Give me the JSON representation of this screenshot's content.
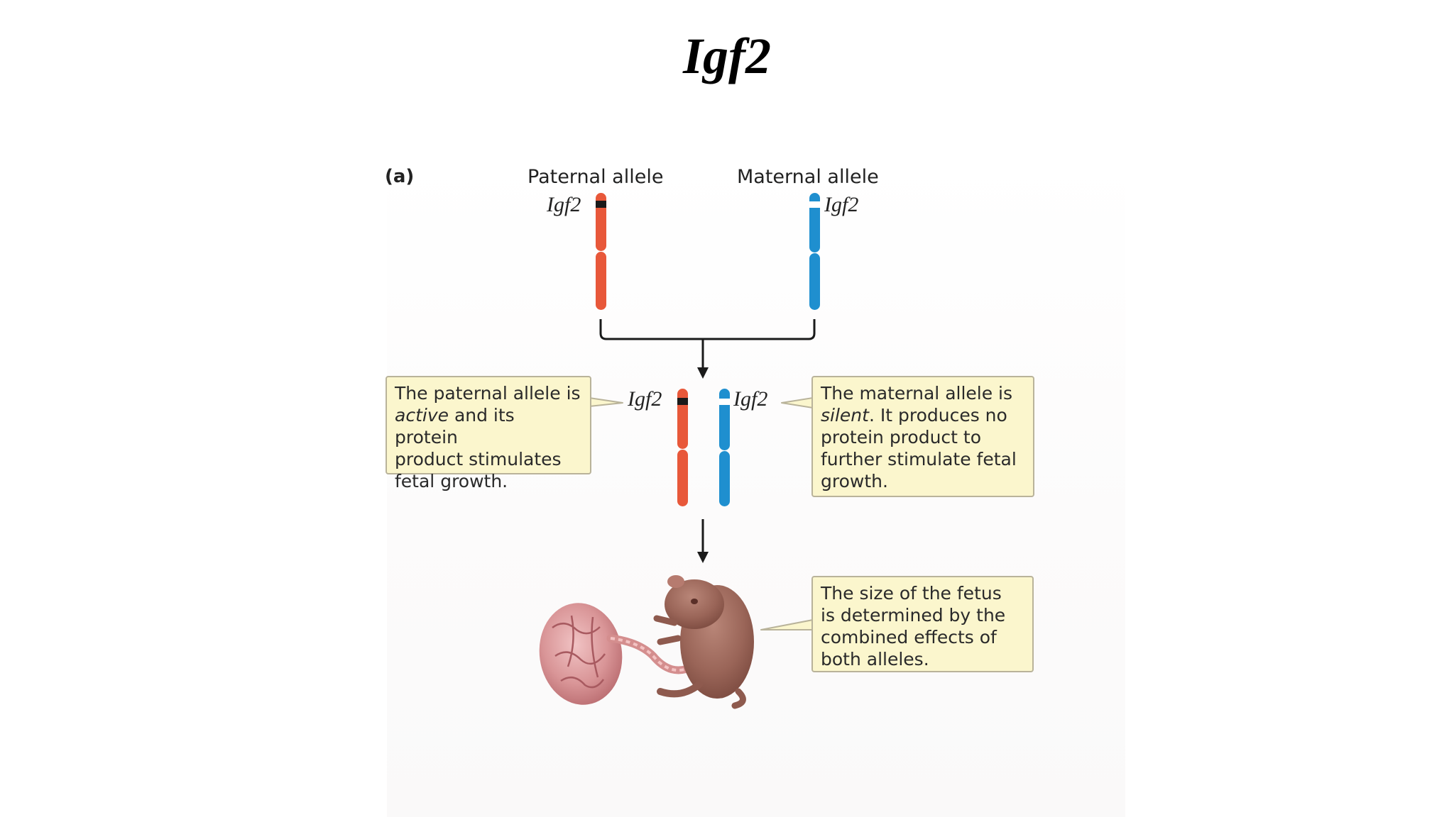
{
  "slide": {
    "title": "Igf2"
  },
  "figure": {
    "panel_label": "(a)",
    "paternal_title": "Paternal allele",
    "maternal_title": "Maternal allele",
    "gene_paternal_top": "Igf2",
    "gene_maternal_top": "Igf2",
    "gene_paternal_mid": "Igf2",
    "gene_maternal_mid": "Igf2",
    "callouts": {
      "paternal": {
        "l1": "The paternal allele is",
        "l2_em": "active",
        "l2_rest": " and its protein",
        "l3": "product stimulates",
        "l4": "fetal growth."
      },
      "maternal": {
        "l1": "The maternal allele is",
        "l2_em": "silent",
        "l2_rest": ". It produces no",
        "l3": "protein product to",
        "l4": "further stimulate fetal",
        "l5": "growth."
      },
      "fetus": {
        "l1": "The size of the fetus",
        "l2": "is determined by the",
        "l3": "combined effects of",
        "l4": "both alleles."
      }
    },
    "colors": {
      "paternal_chromosome": "#e8583a",
      "maternal_chromosome": "#1f8fcf",
      "callout_fill": "#fbf6cd",
      "active_band": "#1a1a1a",
      "silent_band": "#ffffff"
    }
  }
}
